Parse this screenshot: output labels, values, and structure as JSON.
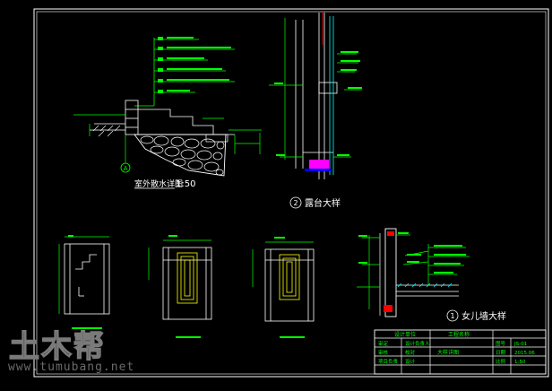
{
  "drawing": {
    "details": {
      "exterior": {
        "title": "室外散水详图",
        "scale": "1:50",
        "axis_marker": "A"
      },
      "balcony": {
        "number": "2",
        "title": "露台大样"
      },
      "parapet": {
        "number": "1",
        "title": "女儿墙大样"
      }
    },
    "colors": {
      "background": "#000000",
      "frame": "#ffffff",
      "annotation": "#00ff00",
      "leader": "#00ffff",
      "hatch": "#ffff00",
      "highlight": "#ff00ff",
      "structure": "#ffffff"
    }
  },
  "title_block": {
    "header": "设计单位",
    "header_right": "工程名称",
    "rows": [
      {
        "k": "审定",
        "v": "设计负责人"
      },
      {
        "k": "审核",
        "v": "校对"
      },
      {
        "k": "项目负责",
        "v": "设计"
      }
    ],
    "sheet_name": "大样详图",
    "fields": [
      {
        "k": "图号",
        "v": "JS-01"
      },
      {
        "k": "日期",
        "v": "2015.06"
      },
      {
        "k": "比例",
        "v": "1:50"
      }
    ]
  },
  "watermark": {
    "logo": "土木帮",
    "url": "www.tumubang.net"
  }
}
